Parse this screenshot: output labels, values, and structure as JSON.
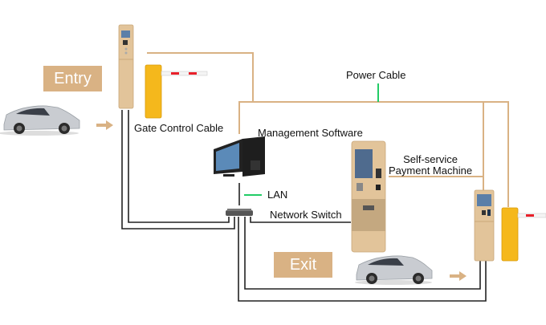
{
  "diagram": {
    "title": "Parking system network diagram",
    "labels": {
      "entry": "Entry",
      "exit": "Exit",
      "power_cable": "Power Cable",
      "gate_control_cable": "Gate Control Cable",
      "management_software": "Management Software",
      "payment_machine_line1": "Self-service",
      "payment_machine_line2": "Payment Machine",
      "lan": "LAN",
      "network_switch": "Network Switch"
    },
    "colors": {
      "power_cable": "#d9b284",
      "gate_control_cable": "#222222",
      "lan_marker": "#22cc66",
      "tag_background": "#d9b284",
      "barrier_body": "#f5b81c",
      "barrier_arm_stripe": "#e8202a",
      "terminal_body": "#e2c49a"
    },
    "devices": [
      {
        "id": "entry-terminal",
        "name": "Entry ticket terminal"
      },
      {
        "id": "entry-barrier",
        "name": "Entry barrier gate"
      },
      {
        "id": "computer",
        "name": "Management computer"
      },
      {
        "id": "network-switch",
        "name": "Network switch"
      },
      {
        "id": "payment-machine",
        "name": "Self-service payment machine"
      },
      {
        "id": "exit-terminal",
        "name": "Exit ticket terminal"
      },
      {
        "id": "exit-barrier",
        "name": "Exit barrier gate"
      },
      {
        "id": "entry-car",
        "name": "Car entering"
      },
      {
        "id": "exit-car",
        "name": "Car exiting"
      }
    ]
  }
}
